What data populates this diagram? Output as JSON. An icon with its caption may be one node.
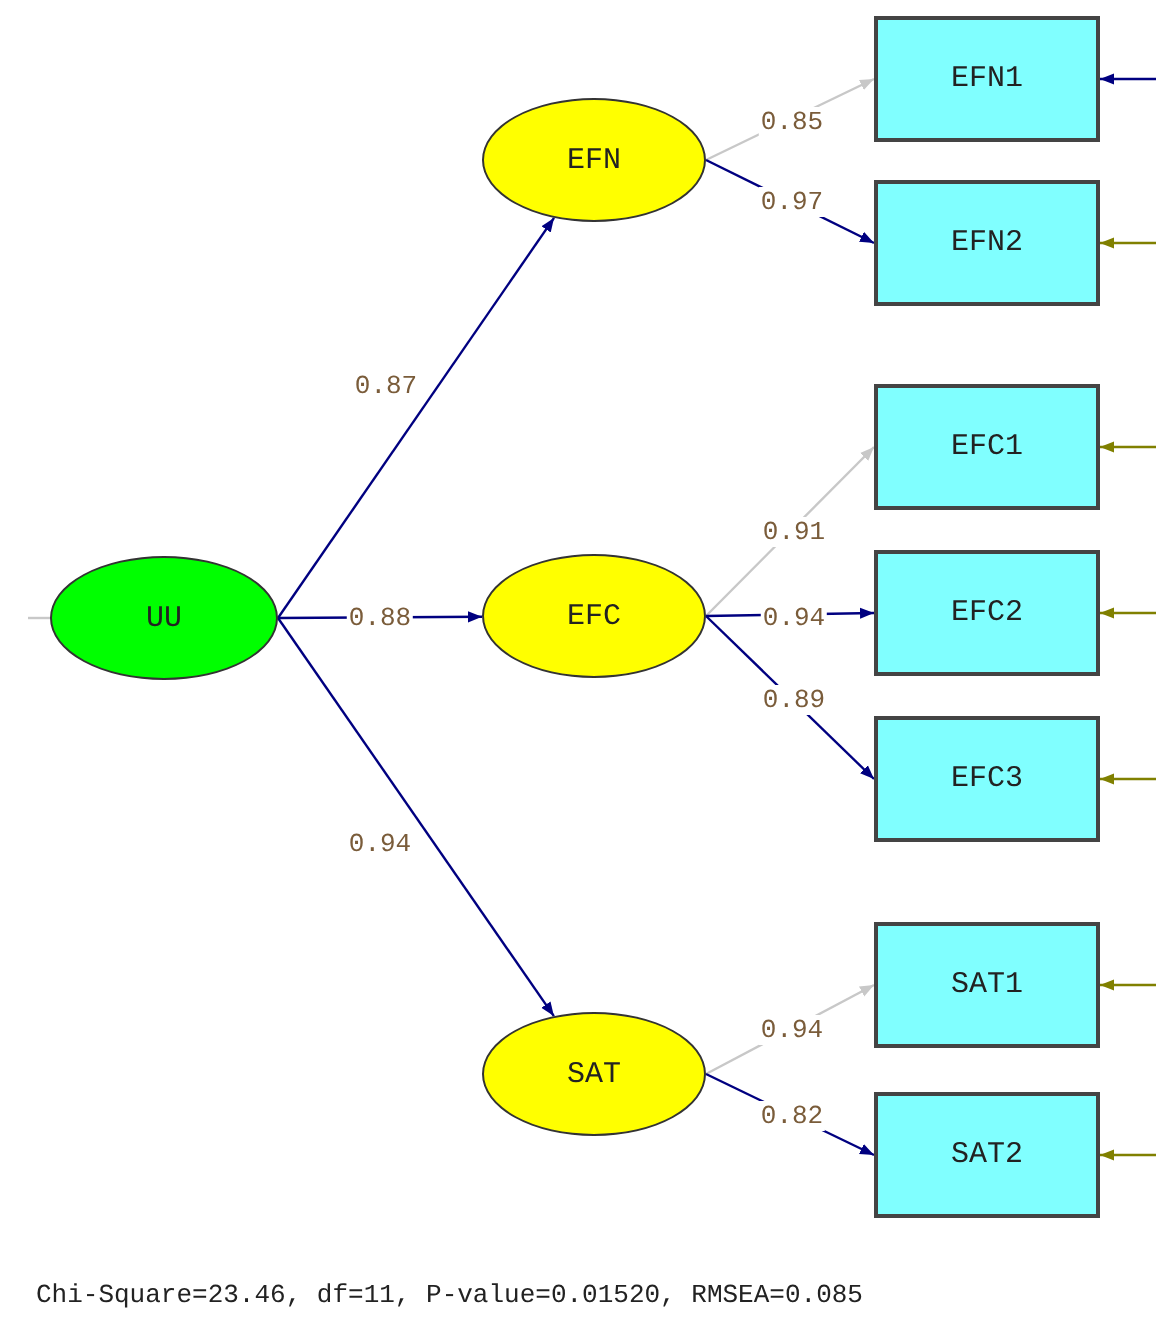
{
  "diagram": {
    "caption": "Chi-Square=23.46, df=11, P-value=0.01520, RMSEA=0.085",
    "nodes": [
      {
        "text": [
          "UU"
        ]
      },
      {
        "text": [
          "EFN"
        ]
      },
      {
        "text": [
          "EFC"
        ]
      },
      {
        "text": [
          "SAT"
        ]
      },
      {
        "text": [
          "EFN1"
        ]
      },
      {
        "text": [
          "EFN2"
        ]
      },
      {
        "text": [
          "EFC1"
        ]
      },
      {
        "text": [
          "EFC2"
        ]
      },
      {
        "text": [
          "EFC3"
        ]
      },
      {
        "text": [
          "SAT1"
        ]
      },
      {
        "text": [
          "SAT2"
        ]
      }
    ],
    "edges": [
      {
        "from": 0,
        "to": 1,
        "arrow": "to",
        "label": "0.87"
      },
      {
        "from": 0,
        "to": 2,
        "arrow": "to",
        "label": "0.88"
      },
      {
        "from": 0,
        "to": 3,
        "arrow": "to",
        "label": "0.94"
      },
      {
        "from": 1,
        "to": 4,
        "arrow": "to",
        "label": "0.85",
        "color": "#c8c8c8"
      },
      {
        "from": 1,
        "to": 5,
        "arrow": "to",
        "label": "0.97"
      },
      {
        "from": 2,
        "to": 6,
        "arrow": "to",
        "label": "0.91",
        "color": "#c8c8c8"
      },
      {
        "from": 2,
        "to": 7,
        "arrow": "to",
        "label": "0.94"
      },
      {
        "from": 2,
        "to": 8,
        "arrow": "to",
        "label": "0.89"
      },
      {
        "from": 3,
        "to": 9,
        "arrow": "to",
        "label": "0.94",
        "color": "#c8c8c8"
      },
      {
        "from": 3,
        "to": 10,
        "arrow": "to",
        "label": "0.82"
      },
      {
        "from": null,
        "to": 4,
        "arrow": "to"
      },
      {
        "from": null,
        "to": 5,
        "arrow": "to",
        "color": "#808000"
      },
      {
        "from": null,
        "to": 6,
        "arrow": "to",
        "color": "#808000"
      },
      {
        "from": null,
        "to": 7,
        "arrow": "to",
        "color": "#808000"
      },
      {
        "from": null,
        "to": 8,
        "arrow": "to",
        "color": "#808000"
      },
      {
        "from": null,
        "to": 9,
        "arrow": "to",
        "color": "#808000"
      },
      {
        "from": null,
        "to": 10,
        "arrow": "to",
        "color": "#808000"
      },
      {
        "from": null,
        "to": 0,
        "arrow": "none",
        "color": "#c8c8c8"
      }
    ]
  }
}
